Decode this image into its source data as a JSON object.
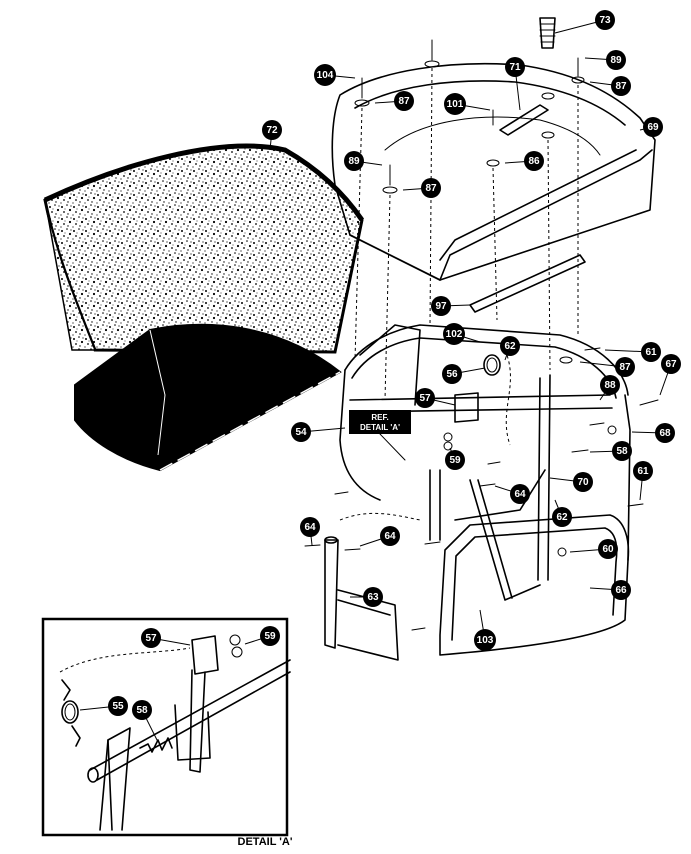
{
  "reference": {
    "line1": "REF.",
    "line2": "DETAIL 'A'"
  },
  "detail_caption": "DETAIL 'A'",
  "callouts": [
    {
      "id": "c73",
      "label": "73"
    },
    {
      "id": "c89a",
      "label": "89"
    },
    {
      "id": "c104",
      "label": "104"
    },
    {
      "id": "c71",
      "label": "71"
    },
    {
      "id": "c87a",
      "label": "87"
    },
    {
      "id": "c87b",
      "label": "87"
    },
    {
      "id": "c101",
      "label": "101"
    },
    {
      "id": "c69",
      "label": "69"
    },
    {
      "id": "c72",
      "label": "72"
    },
    {
      "id": "c89b",
      "label": "89"
    },
    {
      "id": "c86",
      "label": "86"
    },
    {
      "id": "c87c",
      "label": "87"
    },
    {
      "id": "c97",
      "label": "97"
    },
    {
      "id": "c102",
      "label": "102"
    },
    {
      "id": "c62a",
      "label": "62"
    },
    {
      "id": "c61a",
      "label": "61"
    },
    {
      "id": "c87d",
      "label": "87"
    },
    {
      "id": "c67",
      "label": "67"
    },
    {
      "id": "c56",
      "label": "56"
    },
    {
      "id": "c88",
      "label": "88"
    },
    {
      "id": "c57a",
      "label": "57"
    },
    {
      "id": "c68",
      "label": "68"
    },
    {
      "id": "c54",
      "label": "54"
    },
    {
      "id": "c58a",
      "label": "58"
    },
    {
      "id": "c59a",
      "label": "59"
    },
    {
      "id": "c70",
      "label": "70"
    },
    {
      "id": "c64a",
      "label": "64"
    },
    {
      "id": "c61b",
      "label": "61"
    },
    {
      "id": "c62b",
      "label": "62"
    },
    {
      "id": "c64b",
      "label": "64"
    },
    {
      "id": "c64c",
      "label": "64"
    },
    {
      "id": "c60",
      "label": "60"
    },
    {
      "id": "c63",
      "label": "63"
    },
    {
      "id": "c66",
      "label": "66"
    },
    {
      "id": "c103",
      "label": "103"
    },
    {
      "id": "c57b",
      "label": "57"
    },
    {
      "id": "c59b",
      "label": "59"
    },
    {
      "id": "c55",
      "label": "55"
    },
    {
      "id": "c58b",
      "label": "58"
    }
  ]
}
